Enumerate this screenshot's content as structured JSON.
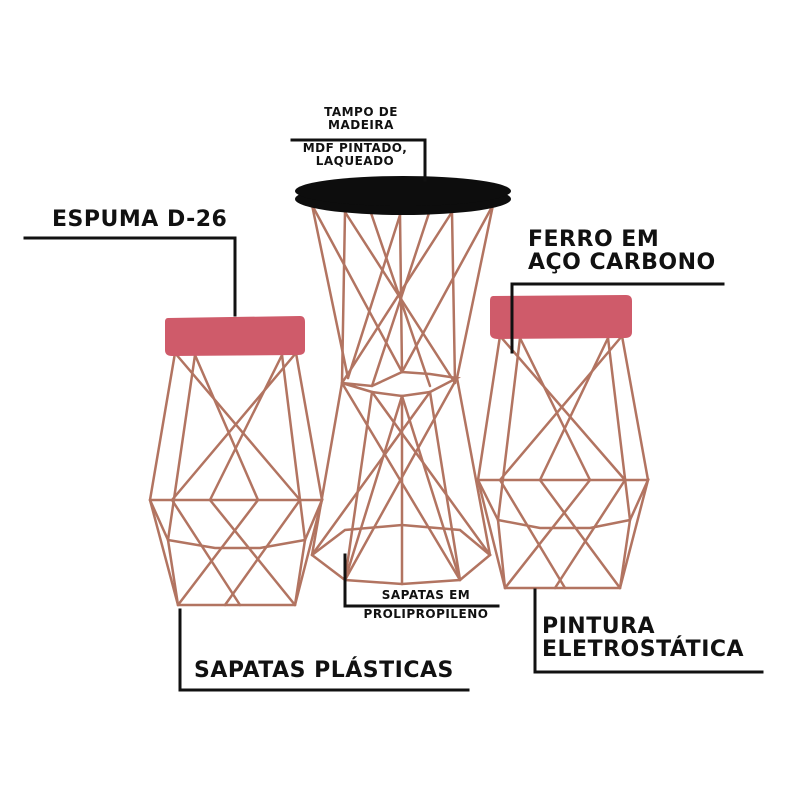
{
  "labels": {
    "tabletop": [
      "TAMPO DE",
      "MADEIRA",
      "MDF PINTADO,",
      "LAQUEADO"
    ],
    "foam": "ESPUMA D-26",
    "iron": [
      "FERRO EM",
      "AÇO CARBONO"
    ],
    "pp_feet": [
      "SAPATAS EM",
      "PROLIPROPILENO"
    ],
    "plastic_feet": "SAPATAS PLÁSTICAS",
    "paint": [
      "PINTURA",
      "ELETROSTÁTICA"
    ]
  },
  "colors": {
    "frame": "#b27461",
    "seat": "#cf5b6a",
    "tabletop": "#0d0d0d",
    "leader": "#111111",
    "background": "#ffffff"
  }
}
